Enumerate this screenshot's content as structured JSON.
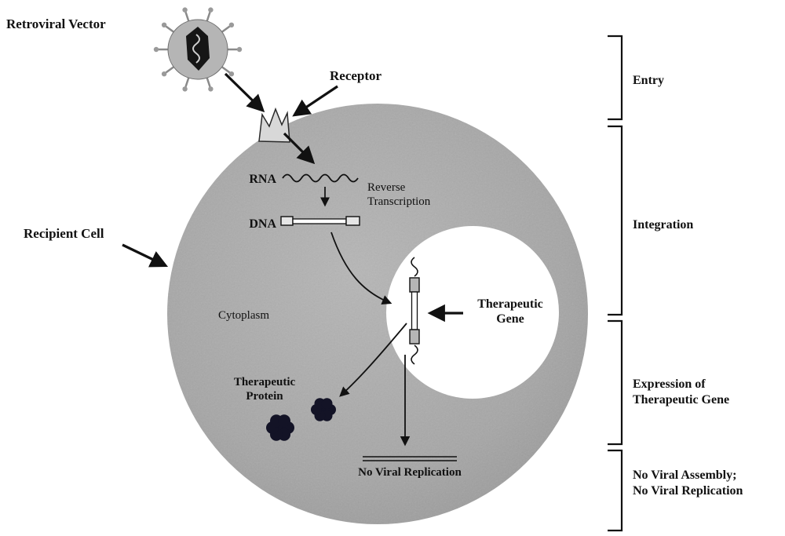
{
  "labels": {
    "retroviral_vector": "Retroviral Vector",
    "receptor": "Receptor",
    "recipient_cell": "Recipient Cell",
    "rna": "RNA",
    "dna": "DNA",
    "reverse_transcription_line1": "Reverse",
    "reverse_transcription_line2": "Transcription",
    "cytoplasm": "Cytoplasm",
    "therapeutic_gene_line1": "Therapeutic",
    "therapeutic_gene_line2": "Gene",
    "therapeutic_protein_line1": "Therapeutic",
    "therapeutic_protein_line2": "Protein",
    "no_viral_replication": "No Viral Replication"
  },
  "stages": {
    "entry": "Entry",
    "integration": "Integration",
    "expression_line1": "Expression of",
    "expression_line2": "Therapeutic Gene",
    "no_assembly_line1": "No Viral Assembly;",
    "no_assembly_line2": "No Viral Replication"
  },
  "colors": {
    "ink": "#111111",
    "cell_fill": "#a9a9a9",
    "nucleus_fill": "#ffffff",
    "virus_body_fill": "#b5b5b5",
    "virus_capsid_fill": "#161616",
    "receptor_fill": "#d8d8d8",
    "gene_box_fill": "#b5b5b5",
    "protein_fill": "#131326",
    "background": "#ffffff"
  }
}
